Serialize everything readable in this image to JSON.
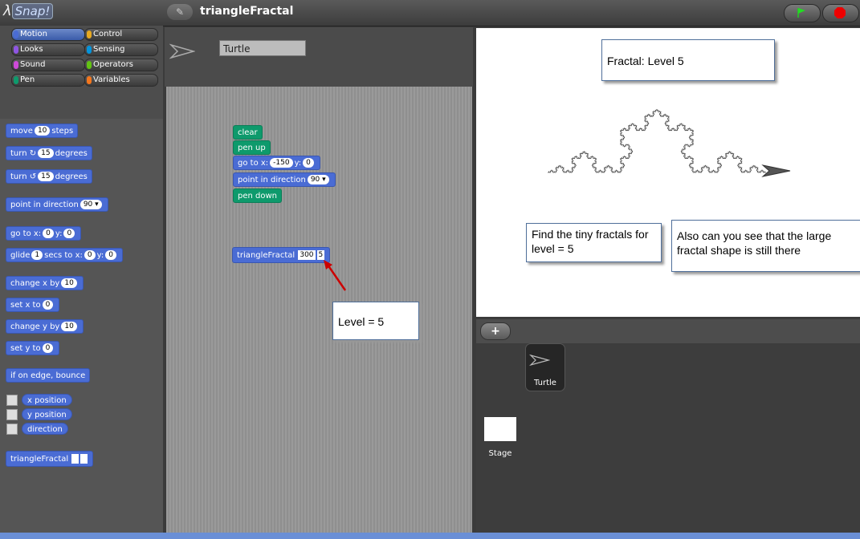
{
  "app": {
    "logo": "Snap!",
    "project_title": "triangleFractal"
  },
  "palette": {
    "categories": [
      "Motion",
      "Control",
      "Looks",
      "Sensing",
      "Sound",
      "Operators",
      "Pen",
      "Variables"
    ],
    "blocks": {
      "move": [
        "move",
        "10",
        "steps"
      ],
      "turn_cw": [
        "turn",
        "15",
        "degrees"
      ],
      "turn_ccw": [
        "turn",
        "15",
        "degrees"
      ],
      "point_dir": [
        "point in direction",
        "90"
      ],
      "goto": [
        "go to x:",
        "0",
        "y:",
        "0"
      ],
      "glide": [
        "glide",
        "1",
        "secs to x:",
        "0",
        "y:",
        "0"
      ],
      "change_x": [
        "change x by",
        "10"
      ],
      "set_x": [
        "set x to",
        "0"
      ],
      "change_y": [
        "change y by",
        "10"
      ],
      "set_y": [
        "set y to",
        "0"
      ],
      "bounce": "if on edge, bounce",
      "reporters": [
        "x position",
        "y position",
        "direction"
      ],
      "custom": "triangleFractal"
    }
  },
  "sprite": {
    "name": "Turtle"
  },
  "script": {
    "clear": "clear",
    "pen_up": "pen up",
    "goto": [
      "go to x:",
      "-150",
      "y:",
      "0"
    ],
    "point_dir": [
      "point in direction",
      "90"
    ],
    "pen_down": "pen down",
    "fractal": [
      "triangleFractal",
      "300",
      "5"
    ]
  },
  "notes": {
    "level": "Level = 5",
    "stage_title": "Fractal: Level 5",
    "tiny": "Find the tiny fractals for level = 5",
    "large": "Also can you see that the large fractal shape is still there"
  },
  "corral": {
    "sprite_label": "Turtle",
    "stage_label": "Stage",
    "add_label": "+"
  },
  "colors": {
    "motion": "#4a6cd4",
    "pen": "#0e9a6c",
    "control": "#e6a822",
    "looks": "#8f56e3",
    "sensing": "#0494dc",
    "sound": "#cf4ad9",
    "operators": "#62c213",
    "variables": "#f3761d"
  }
}
